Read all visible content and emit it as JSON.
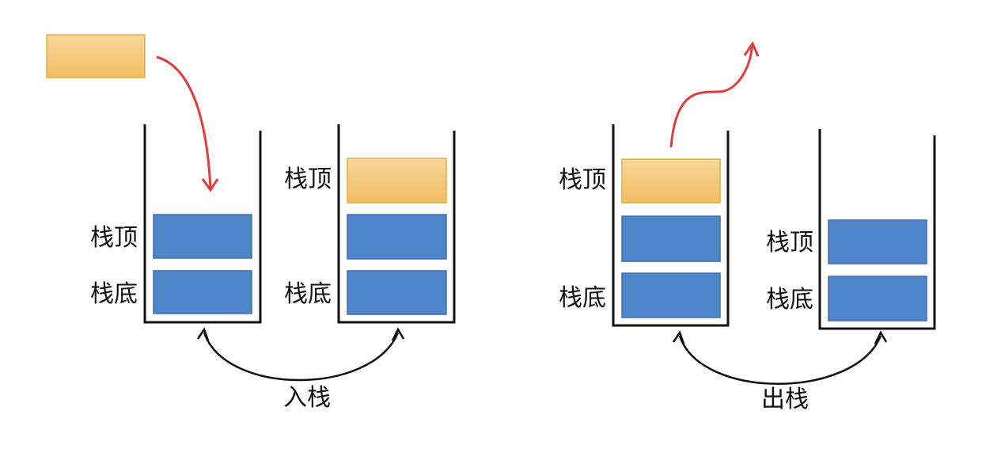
{
  "labels": {
    "top": "栈顶",
    "bottom": "栈底",
    "push": "入栈",
    "pop": "出栈"
  },
  "colors": {
    "data_block": "#4f86c9",
    "active_block": "#f5c77a",
    "motion_arrow": "#e03c3c",
    "relation_arrow": "#111111"
  }
}
